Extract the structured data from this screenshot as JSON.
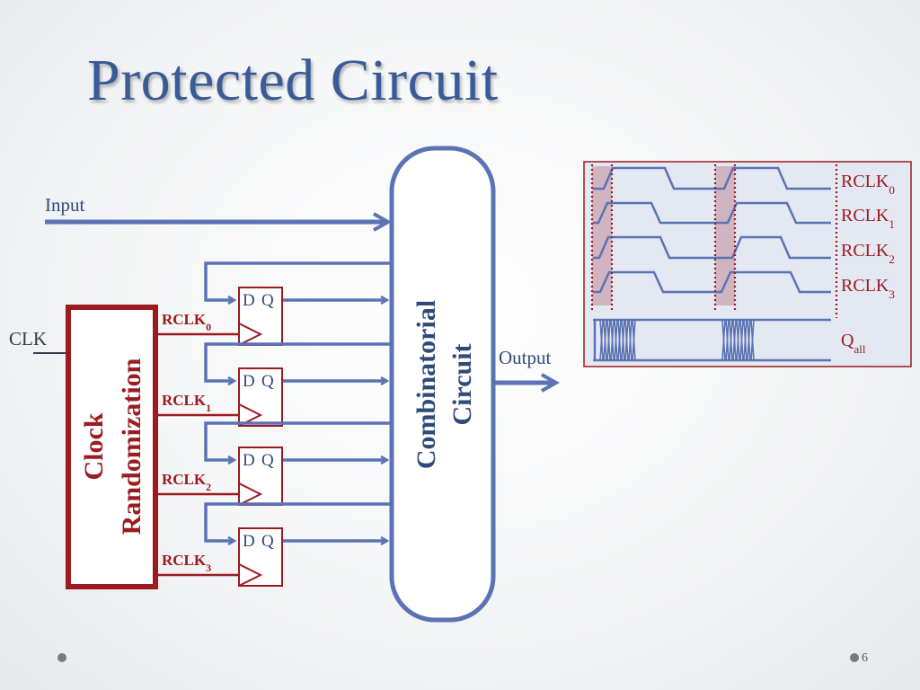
{
  "slide": {
    "title": "Protected Circuit",
    "page_number": "6"
  },
  "labels": {
    "input": "Input",
    "clk": "CLK",
    "output": "Output",
    "clock_randomization_line1": "Clock",
    "clock_randomization_line2": "Randomization",
    "combinatorial_line1": "Combinatorial",
    "combinatorial_line2": "Circuit",
    "rclk_base": "RCLK",
    "flipflop_d": "D",
    "flipflop_q": "Q",
    "q_base": "Q",
    "q_sub": "all"
  },
  "flipflops": [
    {
      "clock": "RCLK",
      "sub": "0"
    },
    {
      "clock": "RCLK",
      "sub": "1"
    },
    {
      "clock": "RCLK",
      "sub": "2"
    },
    {
      "clock": "RCLK",
      "sub": "3"
    }
  ],
  "waveforms": [
    {
      "base": "RCLK",
      "sub": "0"
    },
    {
      "base": "RCLK",
      "sub": "1"
    },
    {
      "base": "RCLK",
      "sub": "2"
    },
    {
      "base": "RCLK",
      "sub": "3"
    },
    {
      "base": "Q",
      "sub": "all"
    }
  ],
  "colors": {
    "wire": "#5b73b4",
    "accent_red": "#9b1b20",
    "title": "#3a5b97",
    "timing_bg": "#e3e8f2"
  }
}
